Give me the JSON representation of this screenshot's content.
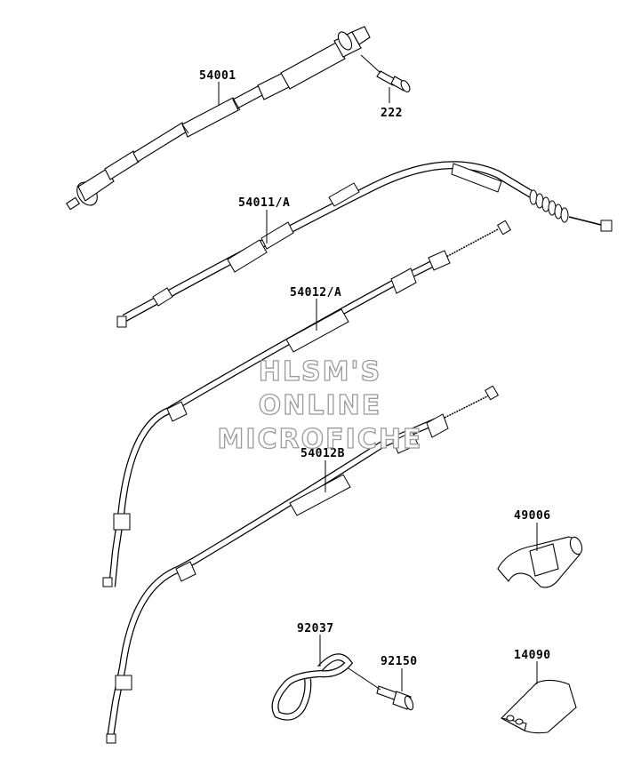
{
  "parts": {
    "p54001": "54001",
    "p222": "222",
    "p54011A": "54011/A",
    "p54012A": "54012/A",
    "p54012B": "54012B",
    "p49006": "49006",
    "p92037": "92037",
    "p92150": "92150",
    "p14090": "14090"
  },
  "watermark": {
    "line1": "HLSM'S",
    "line2": "ONLINE",
    "line3": "MICROFICHE"
  }
}
